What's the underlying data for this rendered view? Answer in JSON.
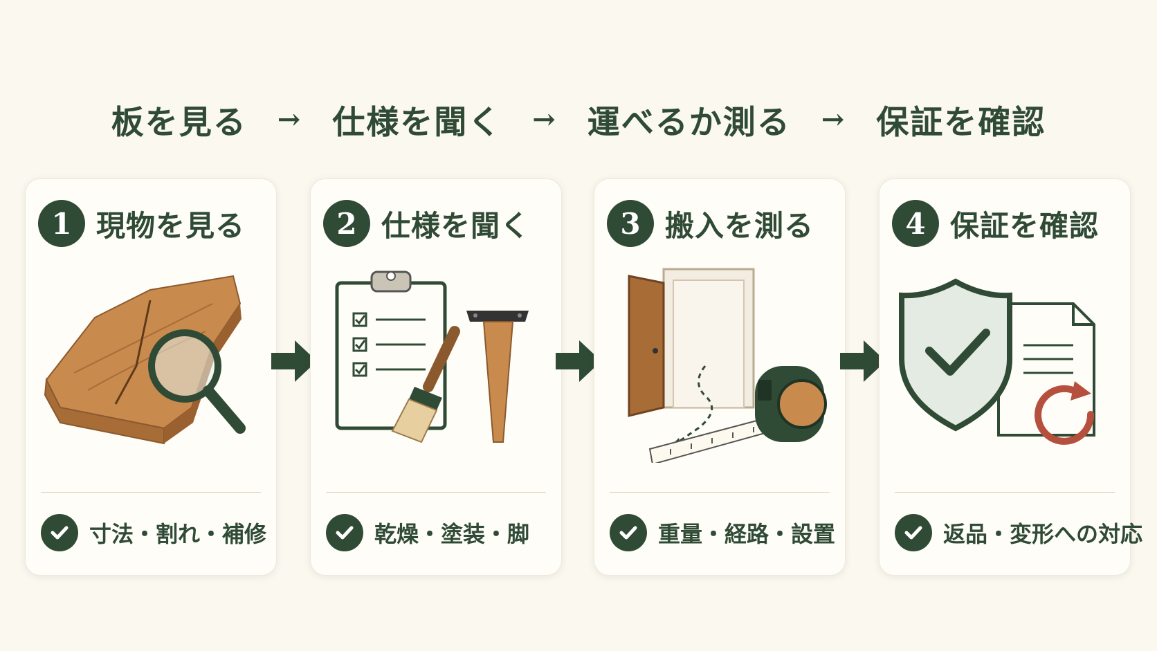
{
  "flow": {
    "step1": "板を見る",
    "step2": "仕様を聞く",
    "step3": "運べるか測る",
    "step4": "保証を確認",
    "arrow": "→"
  },
  "cards": [
    {
      "number": "1",
      "title": "現物を見る",
      "check": "寸法・割れ・補修",
      "icon": "wood-slab-magnifier-icon"
    },
    {
      "number": "2",
      "title": "仕様を聞く",
      "check": "乾燥・塗装・脚",
      "icon": "clipboard-brush-leg-icon"
    },
    {
      "number": "3",
      "title": "搬入を測る",
      "check": "重量・経路・設置",
      "icon": "door-tape-measure-icon"
    },
    {
      "number": "4",
      "title": "保証を確認",
      "check": "返品・変形への対応",
      "icon": "shield-document-icon"
    }
  ],
  "colors": {
    "background": "#fbf8f0",
    "primary_green": "#2f4a35",
    "wood": "#c98a4e",
    "accent_red": "#b5503e"
  }
}
